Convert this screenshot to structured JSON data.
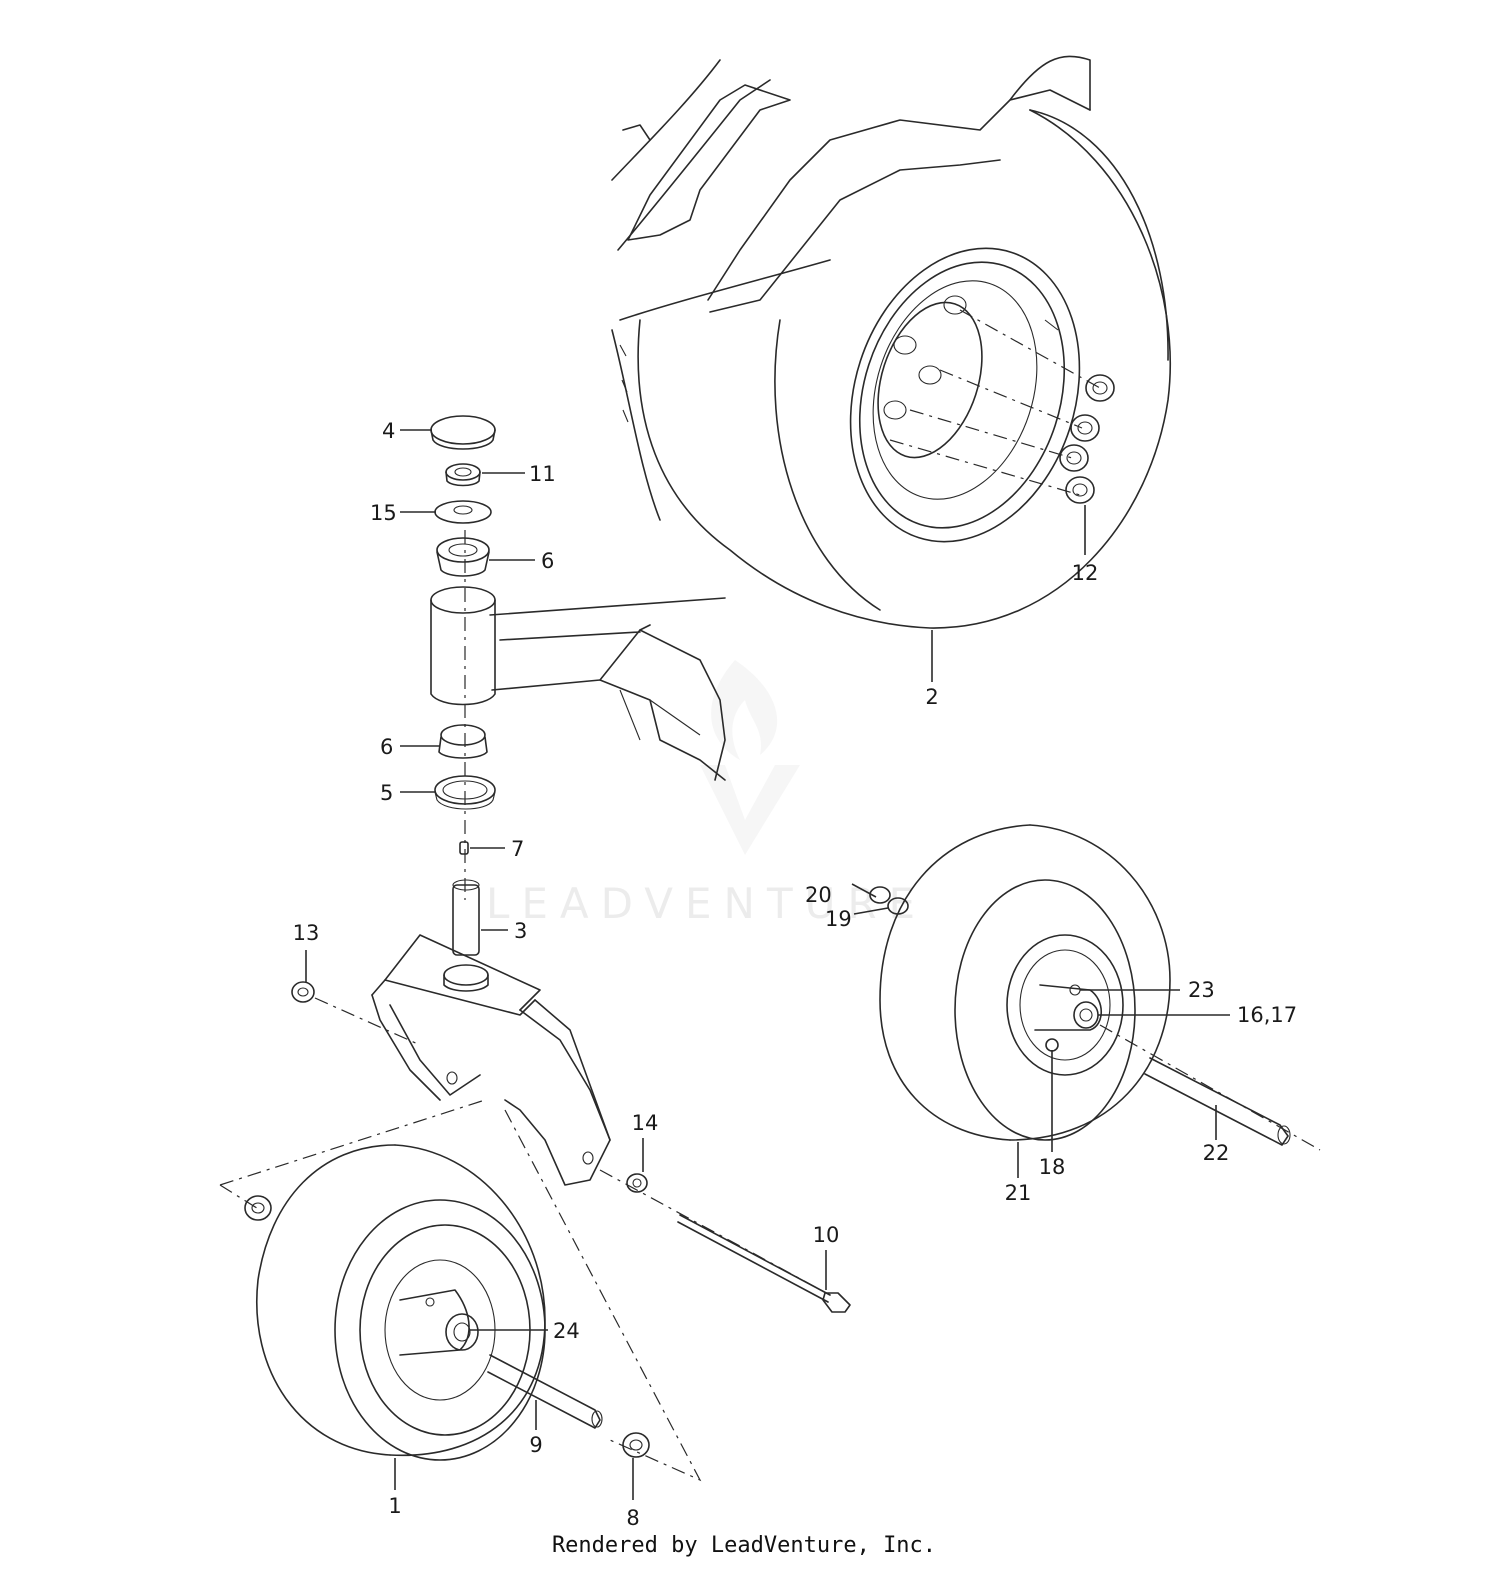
{
  "watermark": {
    "text": "LEADVENTURE"
  },
  "footer": {
    "text": "Rendered by LeadVenture, Inc."
  },
  "callouts": [
    {
      "id": "c1",
      "label": "1"
    },
    {
      "id": "c2",
      "label": "2"
    },
    {
      "id": "c3",
      "label": "3"
    },
    {
      "id": "c4",
      "label": "4"
    },
    {
      "id": "c5",
      "label": "5"
    },
    {
      "id": "c6a",
      "label": "6"
    },
    {
      "id": "c6b",
      "label": "6"
    },
    {
      "id": "c7",
      "label": "7"
    },
    {
      "id": "c8",
      "label": "8"
    },
    {
      "id": "c9",
      "label": "9"
    },
    {
      "id": "c10",
      "label": "10"
    },
    {
      "id": "c11",
      "label": "11"
    },
    {
      "id": "c12",
      "label": "12"
    },
    {
      "id": "c13",
      "label": "13"
    },
    {
      "id": "c14",
      "label": "14"
    },
    {
      "id": "c15",
      "label": "15"
    },
    {
      "id": "c16",
      "label": "16,17"
    },
    {
      "id": "c18",
      "label": "18"
    },
    {
      "id": "c19",
      "label": "19"
    },
    {
      "id": "c20",
      "label": "20"
    },
    {
      "id": "c21",
      "label": "21"
    },
    {
      "id": "c22",
      "label": "22"
    },
    {
      "id": "c23",
      "label": "23"
    },
    {
      "id": "c24",
      "label": "24"
    }
  ]
}
